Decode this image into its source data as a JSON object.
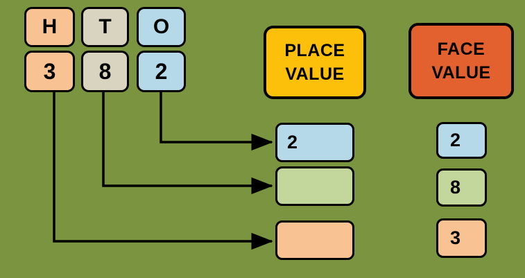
{
  "background_color": "#7a9440",
  "palette": {
    "peach": "#f8c293",
    "beige": "#d8d4c0",
    "blue": "#b5d9e8",
    "green": "#c3d69b",
    "yellow": "#fcc00a",
    "orange_red": "#e3612e",
    "outline": "#000000"
  },
  "place_header": {
    "items": [
      {
        "label": "H",
        "color": "#f8c293"
      },
      {
        "label": "T",
        "color": "#d8d4c0"
      },
      {
        "label": "O",
        "color": "#b5d9e8"
      }
    ]
  },
  "number_row": {
    "digits": [
      {
        "label": "3",
        "color": "#f8c293"
      },
      {
        "label": "8",
        "color": "#d8d4c0"
      },
      {
        "label": "2",
        "color": "#b5d9e8"
      }
    ]
  },
  "banners": {
    "place_value": {
      "line1": "PLACE",
      "line2": "VALUE",
      "color": "#fcc00a"
    },
    "face_value": {
      "line1": "FACE",
      "line2": "VALUE",
      "color": "#e3612e"
    }
  },
  "place_value_slots": [
    {
      "label": "2",
      "color": "#b5d9e8",
      "filled": true
    },
    {
      "label": "",
      "color": "#c3d69b",
      "filled": false
    },
    {
      "label": "",
      "color": "#f8c293",
      "filled": false
    }
  ],
  "face_value_cards": [
    {
      "label": "2",
      "color": "#b5d9e8"
    },
    {
      "label": "8",
      "color": "#c3d69b"
    },
    {
      "label": "3",
      "color": "#f8c293"
    }
  ],
  "connectors": [
    {
      "from": "digit-2",
      "to": "place-value-slot-1"
    },
    {
      "from": "digit-8",
      "to": "place-value-slot-2"
    },
    {
      "from": "digit-3",
      "to": "place-value-slot-3"
    }
  ]
}
